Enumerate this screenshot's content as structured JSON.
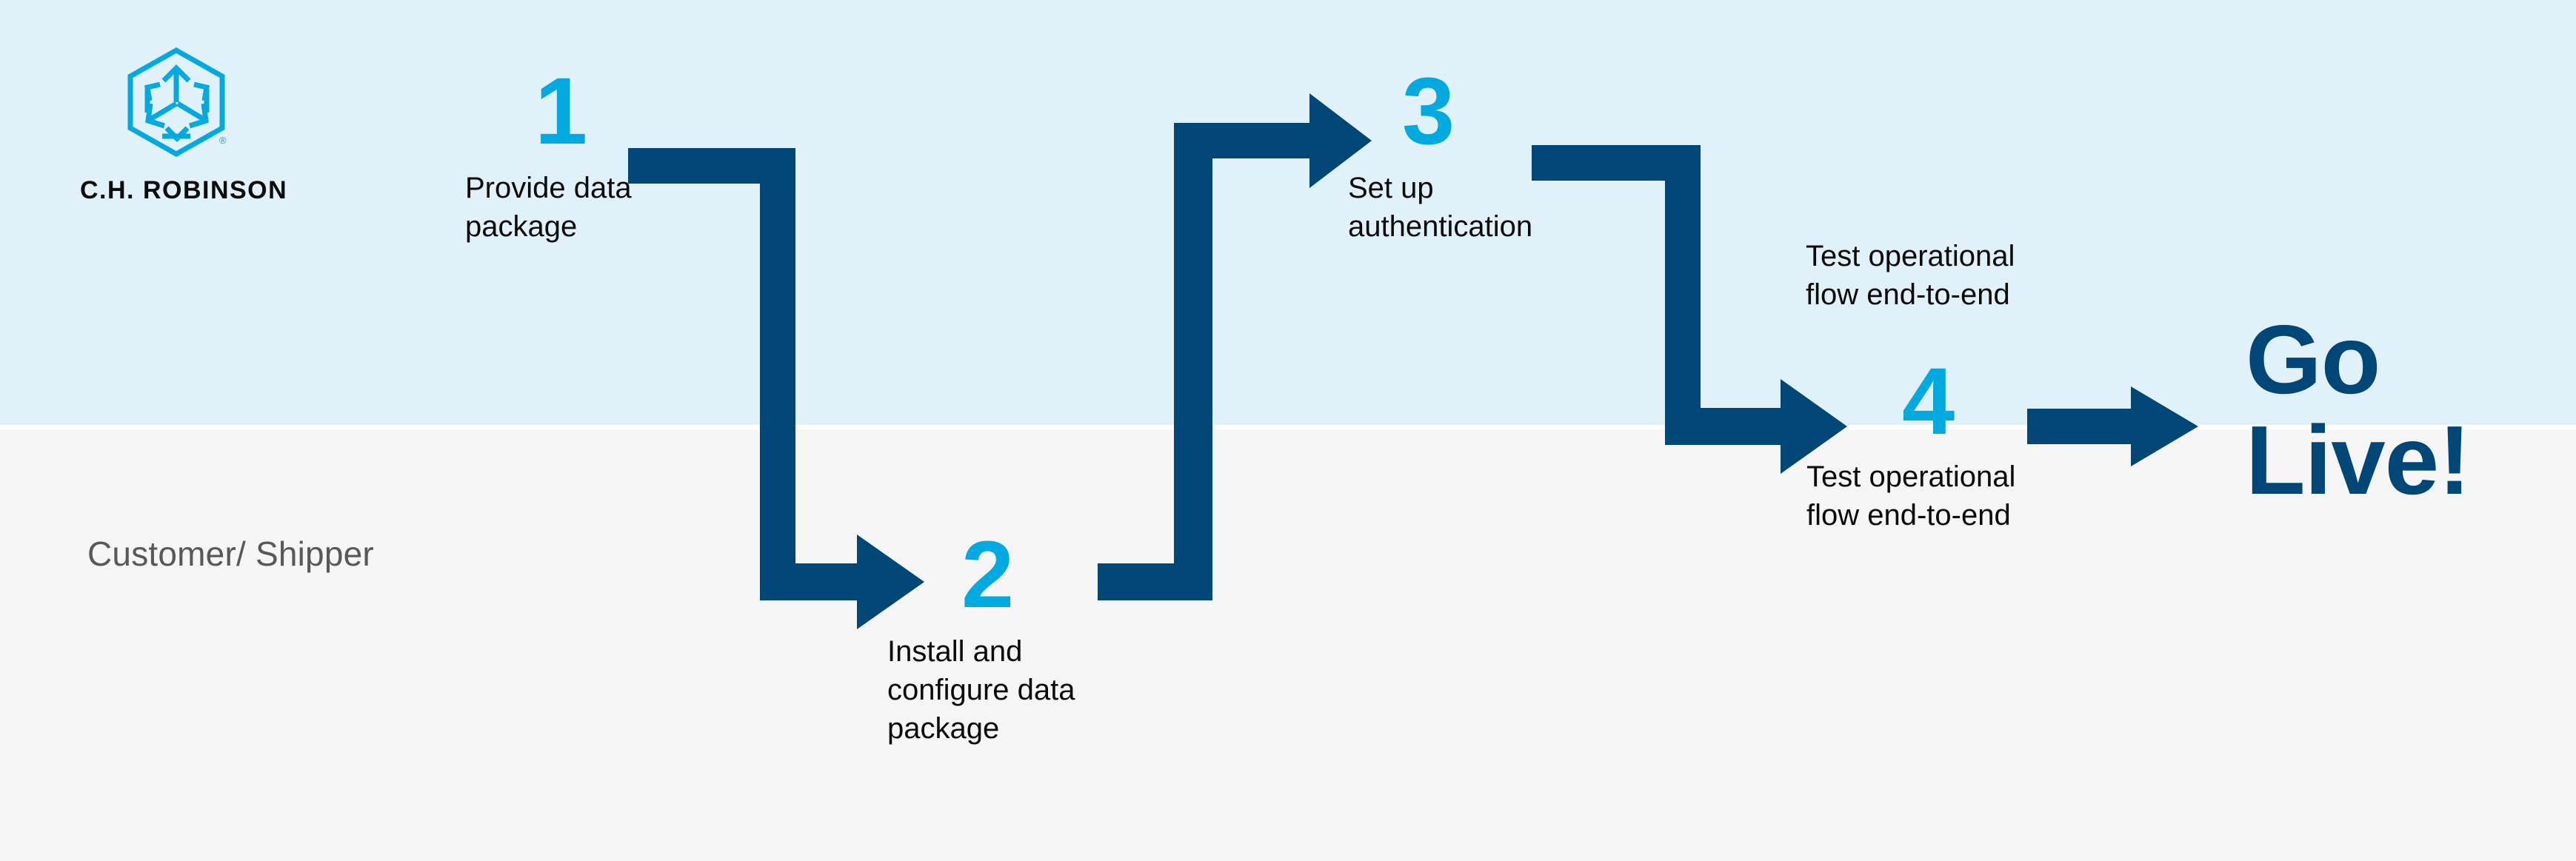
{
  "brand": {
    "logo_icon": "ch-robinson-cube-logo",
    "name": "C.H. ROBINSON",
    "trademark": "®"
  },
  "lane": {
    "label": "Customer/\nShipper"
  },
  "colors": {
    "band_top": "#e1f1fa",
    "band_bottom": "#f5f5f6",
    "connector_navy": "#004677",
    "step_number_cyan": "#00a9e0",
    "label_text": "#0a0a0a",
    "lane_text": "#585858"
  },
  "steps": [
    {
      "number": "1",
      "label": "Provide data\npackage"
    },
    {
      "number": "2",
      "label": "Install and\nconfigure data\npackage"
    },
    {
      "number": "3",
      "label": "Set up\nauthentication"
    },
    {
      "number": "4",
      "label": "Test operational\nflow end-to-end"
    }
  ],
  "caption_upper": "Test operational\nflow end-to-end",
  "final": {
    "text": "Go\nLive!"
  },
  "connectors": [
    {
      "name": "step1-to-step2",
      "from": "1",
      "to": "2",
      "shape": "right-down-right-arrow"
    },
    {
      "name": "step2-to-step3",
      "from": "2",
      "to": "3",
      "shape": "up-right-arrow"
    },
    {
      "name": "step3-to-step4",
      "from": "3",
      "to": "4",
      "shape": "right-down-right-arrow"
    },
    {
      "name": "step4-to-golive",
      "from": "4",
      "to": "Go Live!",
      "shape": "right-arrow"
    }
  ]
}
